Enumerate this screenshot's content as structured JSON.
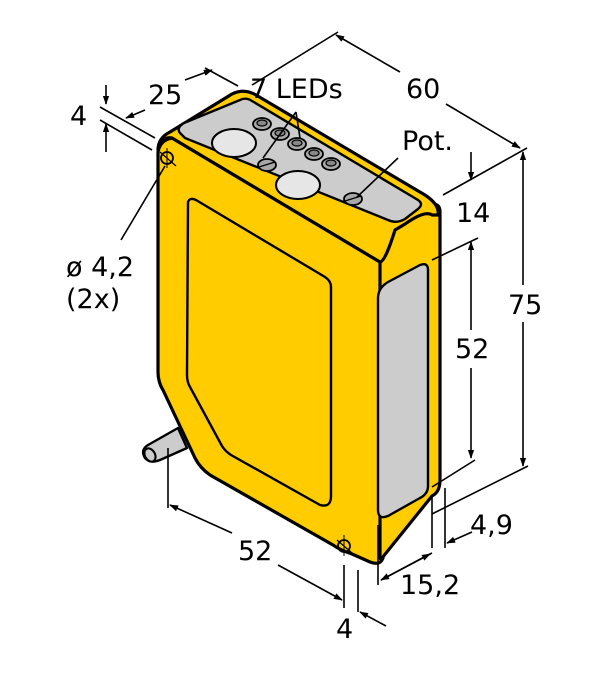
{
  "diagram": {
    "type": "dimensional-drawing",
    "subject": "rectangular optical sensor housing (isometric view)",
    "colors": {
      "housing": "#FFCC00",
      "top_panel": "#CCCCCC",
      "lens": "#E6E6E6",
      "led": "#A8A8A8",
      "outline": "#000000",
      "background": "#FFFFFF"
    },
    "labels": {
      "leds": "7 LEDs",
      "pot": "Pot.",
      "hole_diameter": "ø 4,2",
      "hole_count": "(2x)"
    },
    "dimensions": {
      "depth_top": "25",
      "width_top": "60",
      "height_total": "75",
      "top_offset": "14",
      "window_height": "52",
      "flange_top": "4",
      "front_width_bottom": "52",
      "flange_bottom": "4",
      "window_width": "15,2",
      "window_offset": "4,9"
    },
    "units": "mm"
  }
}
